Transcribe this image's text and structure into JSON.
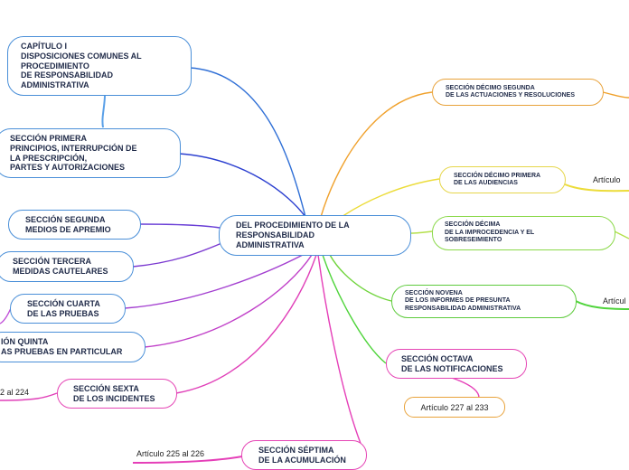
{
  "central": {
    "label": "DEL PROCEDIMIENTO DE LA\nRESPONSABILIDAD\nADMINISTRATIVA"
  },
  "left_nodes": {
    "capitulo": "CAPÍTULO I\nDISPOSICIONES COMUNES AL\nPROCEDIMIENTO\nDE RESPONSABILIDAD\nADMINISTRATIVA",
    "primera": "SECCIÓN PRIMERA\nPRINCIPIOS, INTERRUPCIÓN DE\nLA PRESCRIPCIÓN,\nPARTES Y AUTORIZACIONES",
    "segunda": "SECCIÓN SEGUNDA\nMEDIOS DE APREMIO",
    "tercera": "SECCIÓN TERCERA\nMEDIDAS CAUTELARES",
    "cuarta": "SECCIÓN CUARTA\nDE LAS PRUEBAS",
    "quinta": "IÓN QUINTA\nAS PRUEBAS EN PARTICULAR",
    "sexta": "SECCIÓN SEXTA\nDE LOS INCIDENTES",
    "septima": "SECCIÓN SÉPTIMA\nDE LA ACUMULACIÓN"
  },
  "right_nodes": {
    "decimo_segunda": "SECCIÓN DÉCIMO SEGUNDA\nDE LAS ACTUACIONES Y RESOLUCIONES",
    "decimo_primera": "SECCIÓN DÉCIMO PRIMERA\nDE LAS AUDIENCIAS",
    "decima": "SECCIÓN DÉCIMA\nDE LA IMPROCEDENCIA Y EL\nSOBRESEIMIENTO",
    "novena": "SECCIÓN NOVENA\nDE LOS INFORMES DE PRESUNTA\nRESPONSABILIDAD ADMINISTRATIVA",
    "octava": "SECCIÓN OCTAVA\nDE LAS NOTIFICACIONES"
  },
  "leaves": {
    "articulo_decimo_primera": "Artículo",
    "articulo_novena": "Artícul",
    "articulo_octava": "Artículo 227 al 233",
    "articulo_sexta": "2 al 224",
    "articulo_septima": "Artículo 225 al 226"
  },
  "colors": {
    "blue": "#2f6fd6",
    "orange": "#f0a12c",
    "yellow": "#ecdc3a",
    "light_green": "#9be04a",
    "green": "#4fd43b",
    "purple": "#8a3fd6",
    "magenta": "#e53fb8",
    "text": "#1f2a48"
  }
}
